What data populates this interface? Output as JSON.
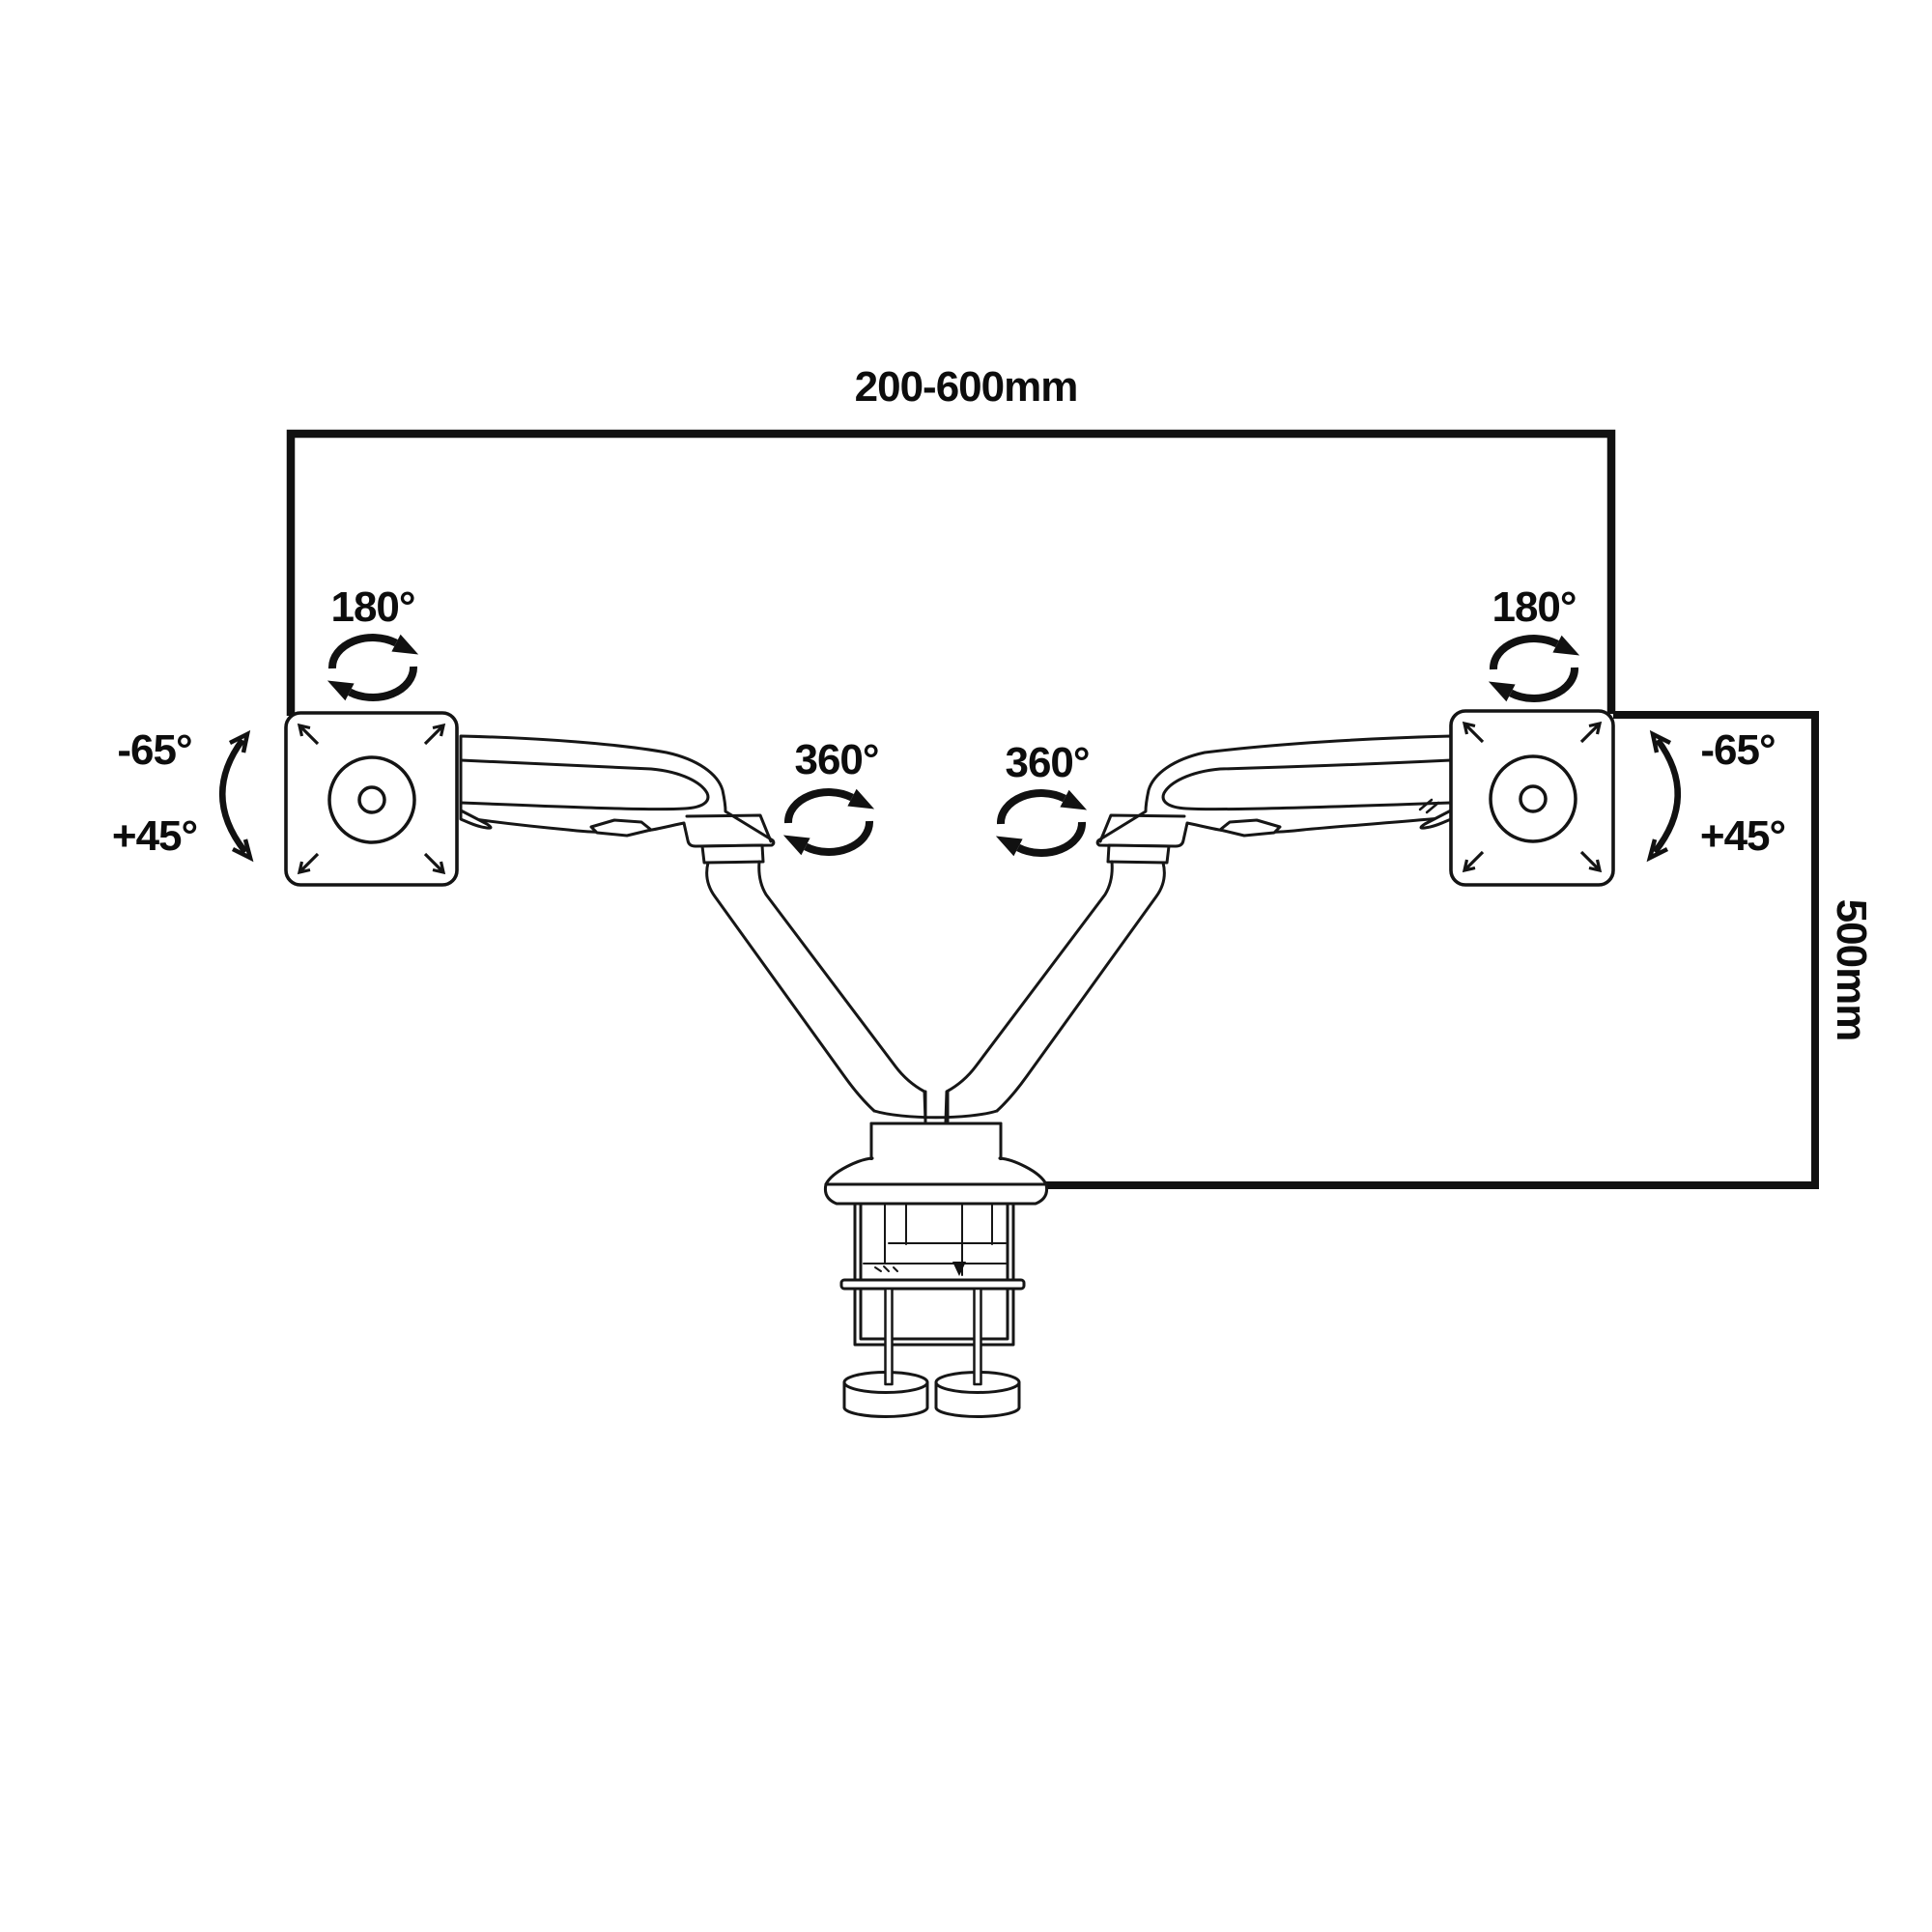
{
  "colors": {
    "background": "#ffffff",
    "ink": "#111111"
  },
  "labels": {
    "top_width": "200-600mm",
    "height": "500mm",
    "rotation_left": "180°",
    "rotation_right": "180°",
    "swivel_left": "360°",
    "swivel_right": "360°",
    "tilt_neg_left": "-65°",
    "tilt_pos_left": "+45°",
    "tilt_neg_right": "-65°",
    "tilt_pos_right": "+45°"
  }
}
